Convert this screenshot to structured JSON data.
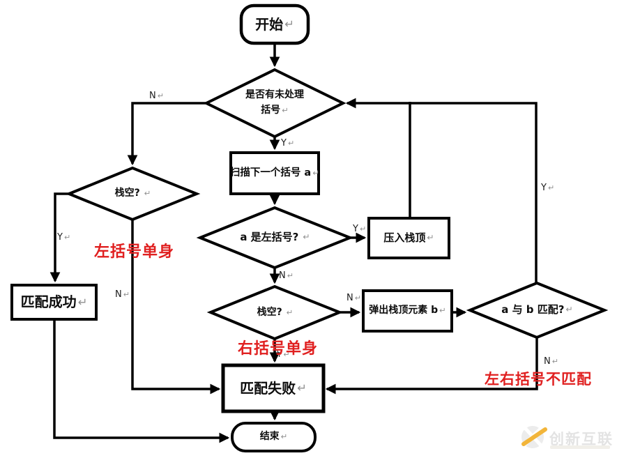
{
  "meta": {
    "return_mark": "↵",
    "accent_red": "#e02020",
    "line_color": "#000000",
    "background": "#ffffff"
  },
  "nodes": {
    "start": {
      "label": "开始",
      "type": "terminator"
    },
    "has_unprocessed": {
      "line1": "是否有未处理",
      "line2": "括号",
      "type": "decision"
    },
    "scan_next": {
      "label": "扫描下一个括号 a",
      "type": "process"
    },
    "is_left": {
      "label": "a 是左括号?",
      "type": "decision"
    },
    "push": {
      "label": "压入栈顶",
      "type": "process"
    },
    "stack_empty_left": {
      "label": "栈空?",
      "type": "decision"
    },
    "stack_empty_mid": {
      "label": "栈空?",
      "type": "decision"
    },
    "pop": {
      "label": "弹出栈顶元素 b",
      "type": "process"
    },
    "match_ab": {
      "label": "a 与 b 匹配?",
      "type": "decision"
    },
    "success": {
      "label": "匹配成功",
      "type": "process"
    },
    "fail": {
      "label": "匹配失败",
      "type": "process"
    },
    "end": {
      "label": "结束",
      "type": "terminator"
    }
  },
  "edge_labels": {
    "d1_no": "N",
    "d1_yes": "Y",
    "d2_yes": "Y",
    "d2_no": "N",
    "d3_yes": "Y",
    "d3_no": "N",
    "d4_no": "N",
    "d4_yes": "Y",
    "d5_yes": "Y",
    "d5_no": "N"
  },
  "annotations": {
    "left_single": "左括号单身",
    "right_single": "右括号单身",
    "mismatch": "左右括号不匹配"
  },
  "watermark": {
    "brand": "创新互联"
  }
}
